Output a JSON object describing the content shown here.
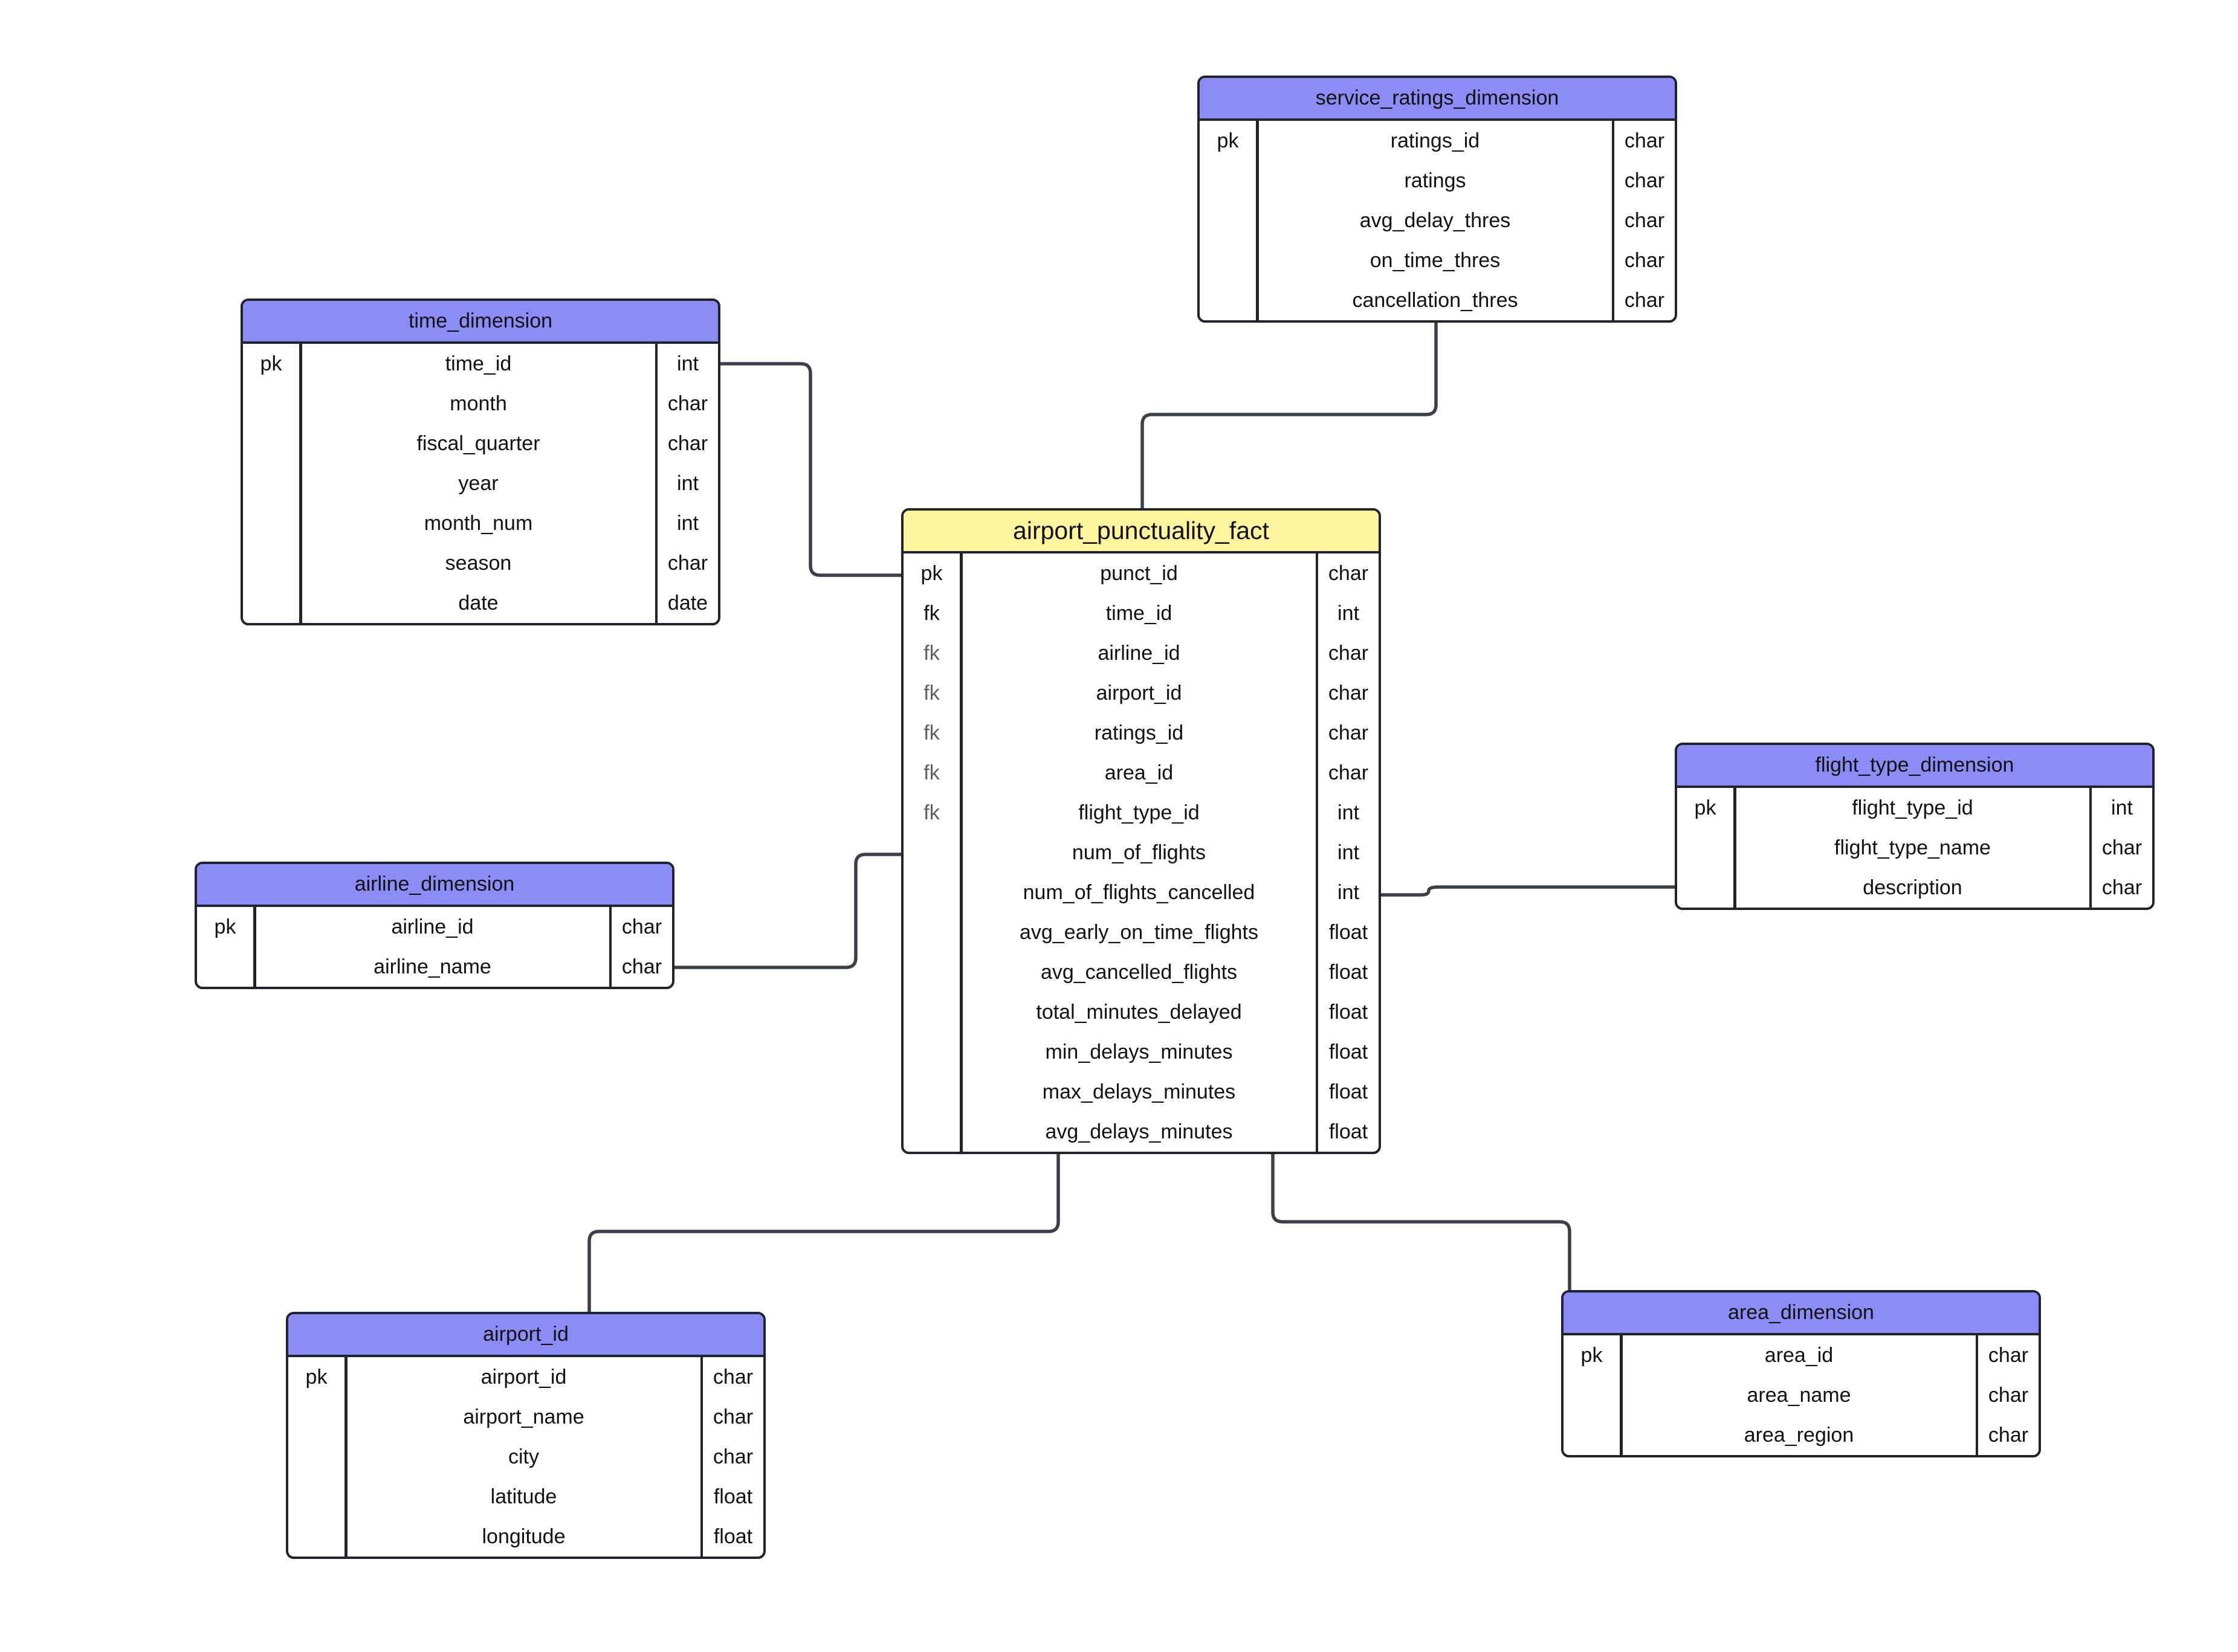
{
  "tables": {
    "service_ratings": {
      "title": "service_ratings_dimension",
      "rows": [
        {
          "key": "pk",
          "name": "ratings_id",
          "type": "char"
        },
        {
          "key": "",
          "name": "ratings",
          "type": "char"
        },
        {
          "key": "",
          "name": "avg_delay_thres",
          "type": "char"
        },
        {
          "key": "",
          "name": "on_time_thres",
          "type": "char"
        },
        {
          "key": "",
          "name": "cancellation_thres",
          "type": "char"
        }
      ]
    },
    "time": {
      "title": "time_dimension",
      "rows": [
        {
          "key": "pk",
          "name": "time_id",
          "type": "int"
        },
        {
          "key": "",
          "name": "month",
          "type": "char"
        },
        {
          "key": "",
          "name": "fiscal_quarter",
          "type": "char"
        },
        {
          "key": "",
          "name": "year",
          "type": "int"
        },
        {
          "key": "",
          "name": "month_num",
          "type": "int"
        },
        {
          "key": "",
          "name": "season",
          "type": "char"
        },
        {
          "key": "",
          "name": "date",
          "type": "date"
        }
      ]
    },
    "fact": {
      "title": "airport_punctuality_fact",
      "rows": [
        {
          "key": "pk",
          "name": "punct_id",
          "type": "char"
        },
        {
          "key": "fk",
          "name": "time_id",
          "type": "int"
        },
        {
          "key": "fk",
          "name": "airline_id",
          "type": "char"
        },
        {
          "key": "fk",
          "name": "airport_id",
          "type": "char"
        },
        {
          "key": "fk",
          "name": "ratings_id",
          "type": "char"
        },
        {
          "key": "fk",
          "name": "area_id",
          "type": "char"
        },
        {
          "key": "fk",
          "name": "flight_type_id",
          "type": "int"
        },
        {
          "key": "",
          "name": "num_of_flights",
          "type": "int"
        },
        {
          "key": "",
          "name": "num_of_flights_cancelled",
          "type": "int"
        },
        {
          "key": "",
          "name": "avg_early_on_time_flights",
          "type": "float"
        },
        {
          "key": "",
          "name": "avg_cancelled_flights",
          "type": "float"
        },
        {
          "key": "",
          "name": "total_minutes_delayed",
          "type": "float"
        },
        {
          "key": "",
          "name": "min_delays_minutes",
          "type": "float"
        },
        {
          "key": "",
          "name": "max_delays_minutes",
          "type": "float"
        },
        {
          "key": "",
          "name": "avg_delays_minutes",
          "type": "float"
        }
      ]
    },
    "flight_type": {
      "title": "flight_type_dimension",
      "rows": [
        {
          "key": "pk",
          "name": "flight_type_id",
          "type": "int"
        },
        {
          "key": "",
          "name": "flight_type_name",
          "type": "char"
        },
        {
          "key": "",
          "name": "description",
          "type": "char"
        }
      ]
    },
    "airline": {
      "title": "airline_dimension",
      "rows": [
        {
          "key": "pk",
          "name": "airline_id",
          "type": "char"
        },
        {
          "key": "",
          "name": "airline_name",
          "type": "char"
        }
      ]
    },
    "airport": {
      "title": "airport_id",
      "rows": [
        {
          "key": "pk",
          "name": "airport_id",
          "type": "char"
        },
        {
          "key": "",
          "name": "airport_name",
          "type": "char"
        },
        {
          "key": "",
          "name": "city",
          "type": "char"
        },
        {
          "key": "",
          "name": "latitude",
          "type": "float"
        },
        {
          "key": "",
          "name": "longitude",
          "type": "float"
        }
      ]
    },
    "area": {
      "title": "area_dimension",
      "rows": [
        {
          "key": "pk",
          "name": "area_id",
          "type": "char"
        },
        {
          "key": "",
          "name": "area_name",
          "type": "char"
        },
        {
          "key": "",
          "name": "area_region",
          "type": "char"
        }
      ]
    }
  }
}
